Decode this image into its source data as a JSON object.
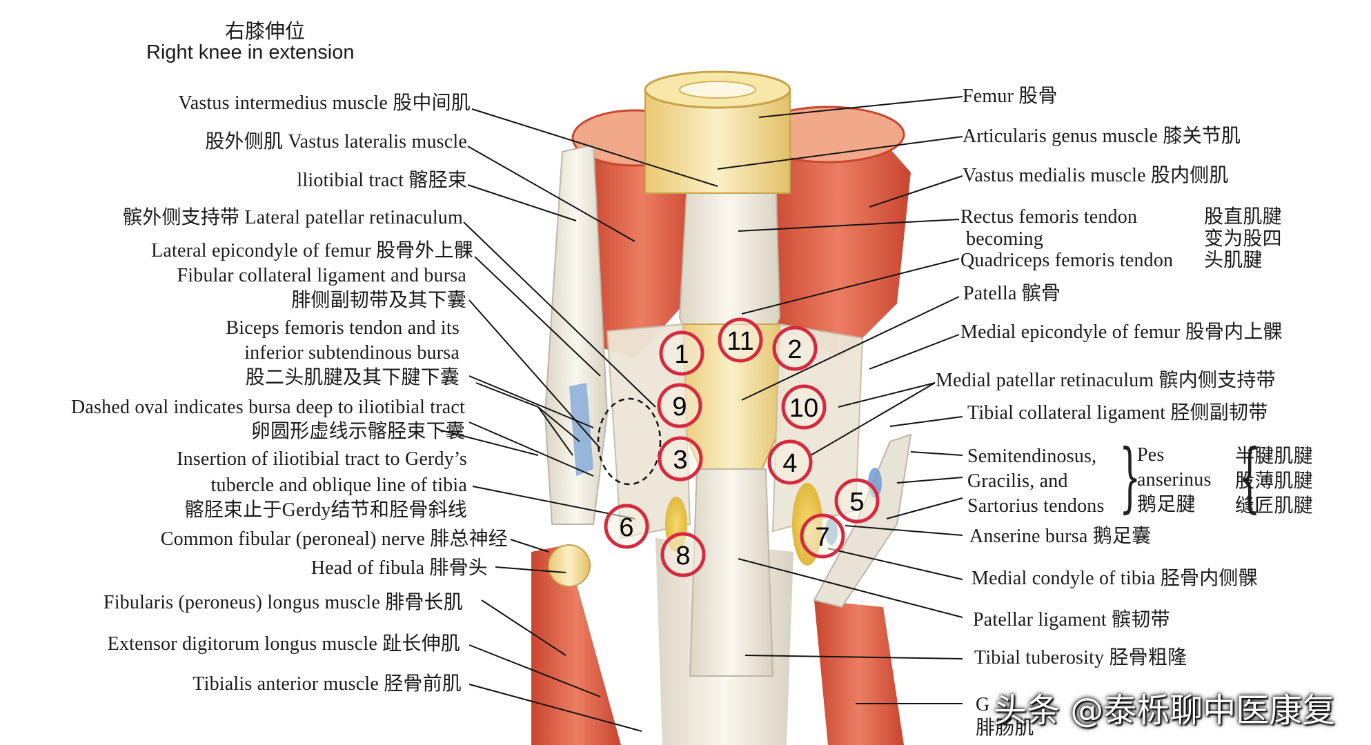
{
  "title": {
    "cn": "右膝伸位",
    "en": "Right knee in extension"
  },
  "left_labels": [
    "Vastus intermedius muscle 股中间肌",
    "股外侧肌 Vastus lateralis muscle",
    "lliotibial tract 髂胫束",
    "髌外侧支持带 Lateral patellar retinaculum",
    "Lateral epicondyle of femur 股骨外上髁",
    "Fibular collateral ligament and bursa",
    "腓侧副韧带及其下囊",
    "Biceps femoris tendon and its",
    "inferior subtendinous bursa",
    "股二头肌腱及其下腱下囊",
    "Dashed oval indicates bursa deep to iliotibial tract",
    "卵圆形虚线示髂胫束下囊",
    "Insertion of iliotibial tract to Gerdy’s",
    "tubercle and oblique line of tibia",
    "髂胫束止于Gerdy结节和胫骨斜线",
    "Common fibular (peroneal) nerve 腓总神经",
    "Head of fibula 腓骨头",
    "Fibularis (peroneus) longus muscle 腓骨长肌",
    "Extensor digitorum longus muscle 趾长伸肌",
    "Tibialis anterior muscle 胫骨前肌"
  ],
  "right_labels": [
    "Femur 股骨",
    "Articularis genus muscle 膝关节肌",
    "Vastus medialis muscle 股内侧肌",
    "Rectus femoris tendon",
    "becoming",
    "Quadriceps femoris tendon",
    "股直肌腱",
    "变为股四",
    "头肌腱",
    "Patella 髌骨",
    "Medial epicondyle of femur 股骨内上髁",
    "Medial patellar retinaculum 髌内侧支持带",
    "Tibial collateral ligament 胫侧副韧带",
    "Semitendinosus,",
    "Gracilis, and",
    "Sartorius tendons",
    "Pes",
    "anserinus",
    "鹅足腱",
    "半腱肌腱",
    "股薄肌腱",
    "缝匠肌腱",
    "Anserine bursa 鹅足囊",
    "Medial condyle of tibia 胫骨内侧髁",
    "Patellar ligament 髌韧带",
    "Tibial tuberosity 胫骨粗隆",
    "G",
    "腓肠肌"
  ],
  "markers": [
    "1",
    "2",
    "3",
    "4",
    "5",
    "6",
    "7",
    "8",
    "9",
    "10",
    "11"
  ],
  "watermark": "头条 @泰栎聊中医康复",
  "colors": {
    "marker_ring": "#d8283e",
    "muscle": "#e0604c",
    "tendon": "#f2eee0",
    "bone": "#f3e1a0",
    "leader": "#111111"
  }
}
